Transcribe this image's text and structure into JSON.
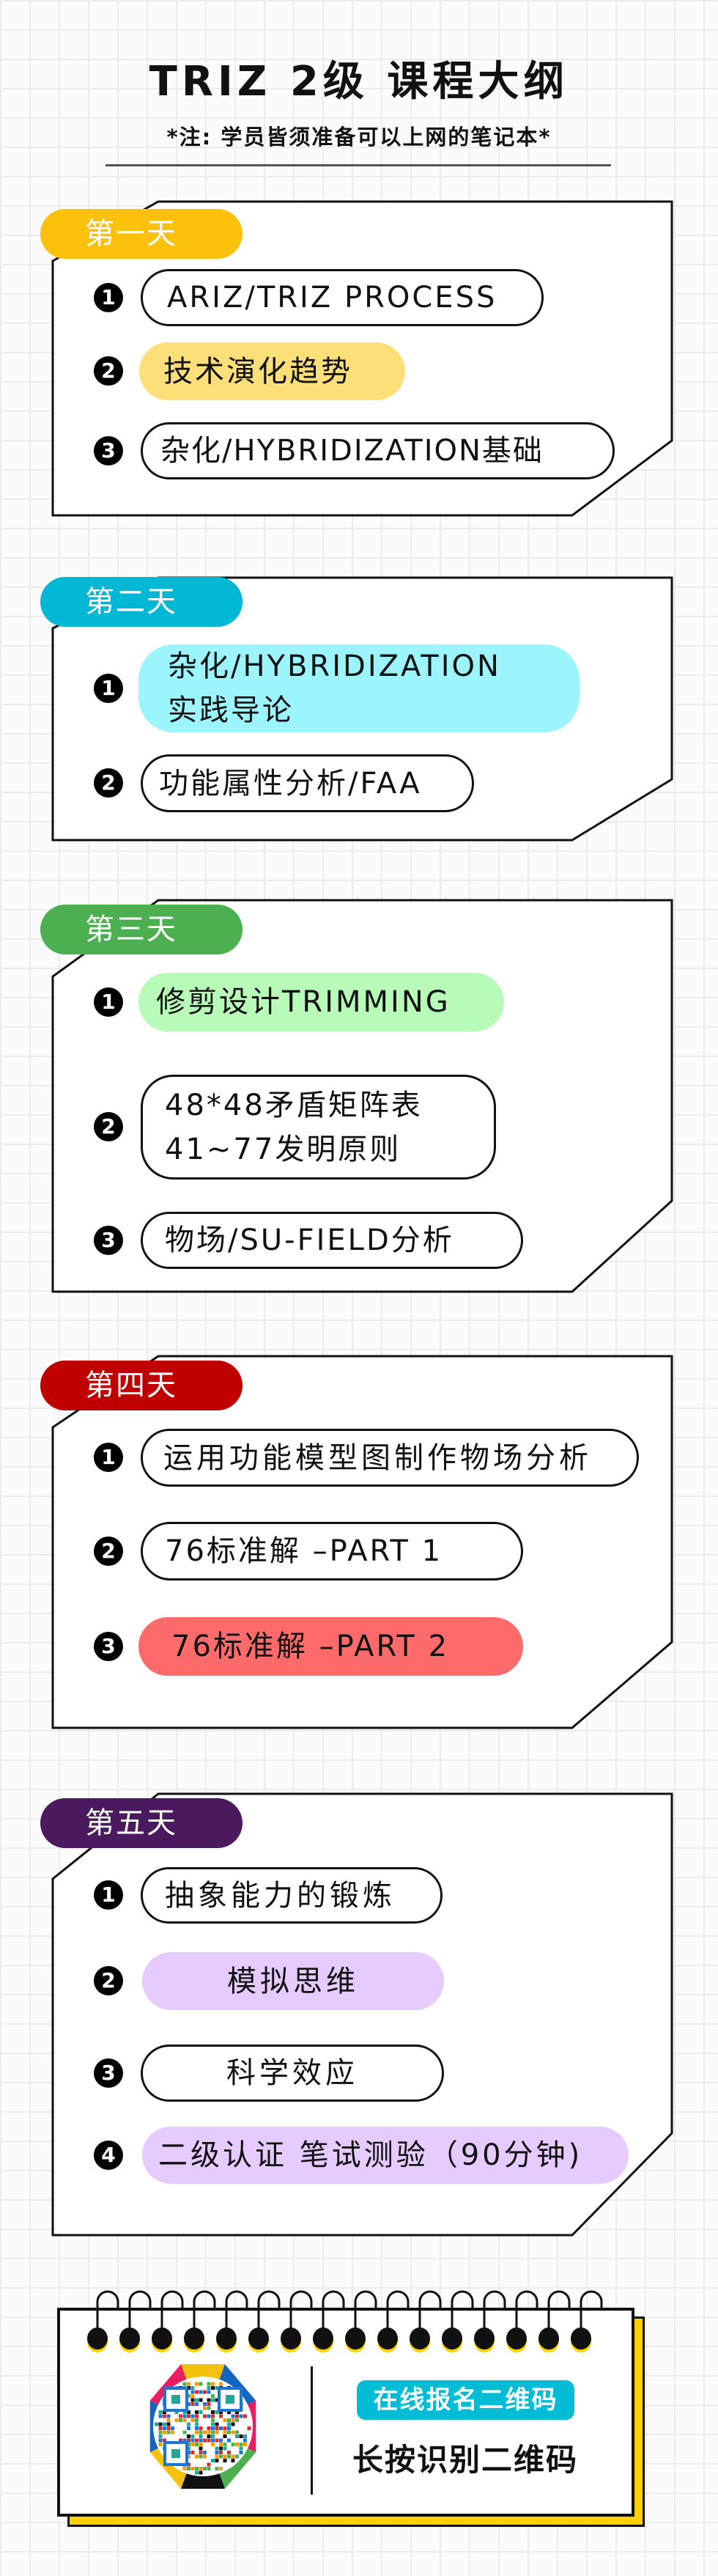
{
  "header": {
    "title": "TRIZ 2级 课程大纲",
    "note": "*注: 学员皆须准备可以上网的笔记本*"
  },
  "days": [
    {
      "label": "第一天",
      "color": "#FCC10C",
      "items": [
        {
          "num": "1",
          "text": "ARIZ/TRIZ PROCESS"
        },
        {
          "num": "2",
          "text": "技术演化趋势",
          "highlight": "#FDDF7A"
        },
        {
          "num": "3",
          "text": "杂化/HYBRIDIZATION基础"
        }
      ]
    },
    {
      "label": "第二天",
      "color": "#00B8D4",
      "items": [
        {
          "num": "1",
          "text": "杂化/HYBRIDIZATION\n实践导论",
          "highlight": "#9CF5FD"
        },
        {
          "num": "2",
          "text": "功能属性分析/FAA"
        }
      ]
    },
    {
      "label": "第三天",
      "color": "#4CAF50",
      "items": [
        {
          "num": "1",
          "text": "修剪设计TRIMMING",
          "highlight": "#B8FAB8"
        },
        {
          "num": "2",
          "text": "48*48矛盾矩阵表\n41~77发明原则"
        },
        {
          "num": "3",
          "text": "物场/SU-FIELD分析"
        }
      ]
    },
    {
      "label": "第四天",
      "color": "#C00000",
      "items": [
        {
          "num": "1",
          "text": "运用功能模型图制作物场分析"
        },
        {
          "num": "2",
          "text": "76标准解 –PART 1"
        },
        {
          "num": "3",
          "text": "76标准解 –PART 2",
          "highlight": "#FF6B6B"
        }
      ]
    },
    {
      "label": "第五天",
      "color": "#4B1A5E",
      "items": [
        {
          "num": "1",
          "text": "抽象能力的锻炼"
        },
        {
          "num": "2",
          "text": "模拟思维",
          "highlight": "#E6CBFE"
        },
        {
          "num": "3",
          "text": "科学效应"
        },
        {
          "num": "4",
          "text": "二级认证 笔试测验（90分钟)",
          "highlight": "#E6CBFE"
        }
      ]
    }
  ],
  "signup": {
    "badge": "在线报名二维码",
    "caption": "长按识别二维码",
    "qr_icon": "qr-code",
    "accent": "#00BCD4",
    "shadow": "#FDD000"
  }
}
